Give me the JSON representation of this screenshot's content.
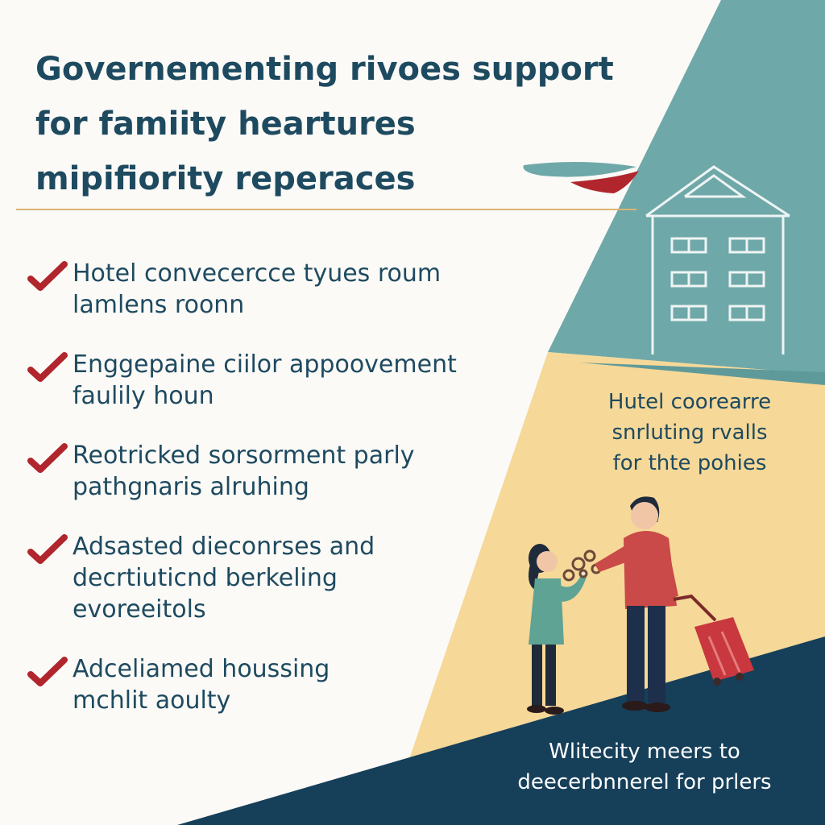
{
  "title_lines": [
    "Governementing rivoes support",
    "for famiity heartures",
    "mipifiority reperaces"
  ],
  "benefits": [
    {
      "lines": [
        "Hotel convecercce tyues roum",
        "lamlens roonn"
      ]
    },
    {
      "lines": [
        "Enggepaine ciilor appoovement",
        "faulily houn"
      ]
    },
    {
      "lines": [
        "Reotricked sorsorment parly",
        "pathgnaris alruhing"
      ]
    },
    {
      "lines": [
        "Adsasted dieconrses and",
        "decrtiuticnd berkeling",
        "evoreeitols"
      ]
    },
    {
      "lines": [
        "Adceliamed houssing",
        "mchlit aoulty"
      ]
    }
  ],
  "hotel_note_lines": [
    "Hutel coorearre",
    "snrluting rvalls",
    "for thte pohies"
  ],
  "bottom_note_lines": [
    "Wlitecity meers to",
    "deecerbnnerel for prlers"
  ],
  "icons": [
    "check-icon",
    "plane-icon",
    "hotel-building-icon",
    "suitcase-icon"
  ],
  "colors": {
    "heading": "#1e4a60",
    "check": "#b0262c",
    "teal_panel": "#6fa8a8",
    "sand_panel": "#f6d898",
    "navy_panel": "#163f5a",
    "divider": "#d9b472"
  }
}
